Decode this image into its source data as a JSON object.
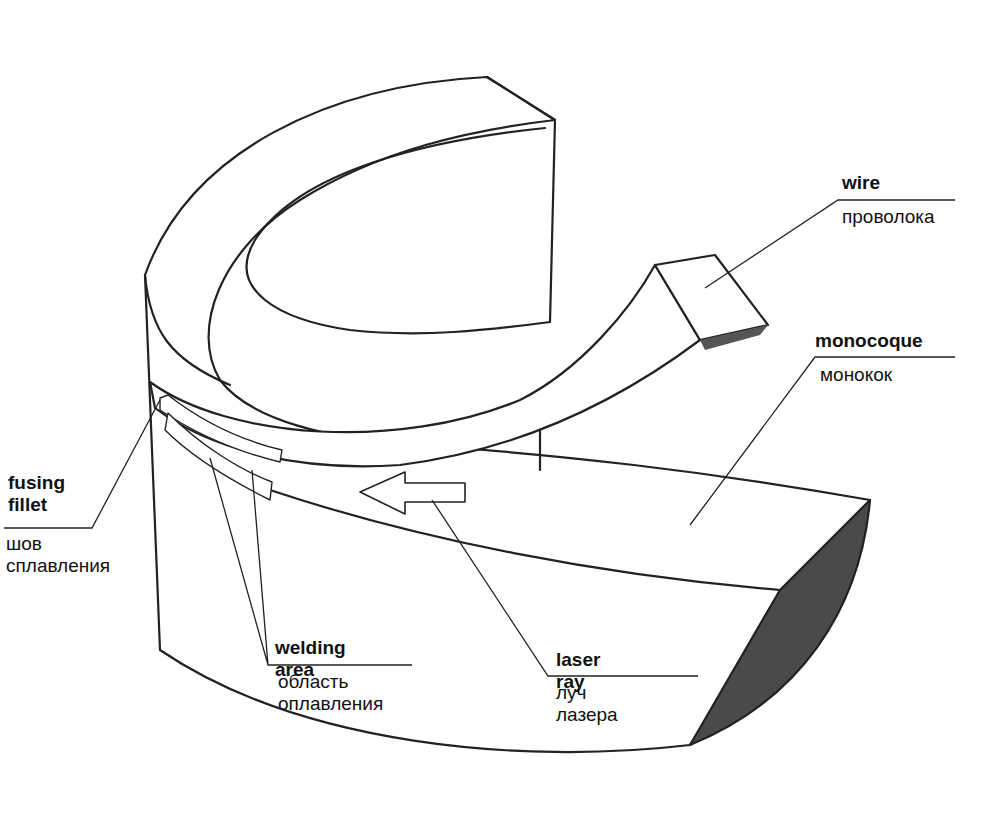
{
  "diagram": {
    "labels": [
      "wire",
      "проволока",
      "monocoque",
      "монокок",
      "fusing fillet",
      "шов сплавления",
      "welding area",
      "область оплавления",
      "laser ray",
      "луч лазера"
    ]
  }
}
